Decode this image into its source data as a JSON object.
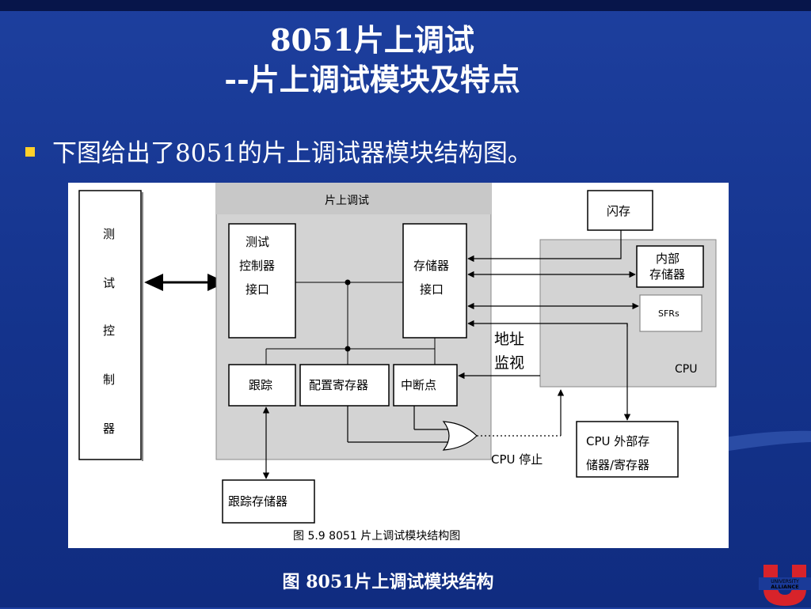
{
  "slide": {
    "title_line1": "8051片上调试",
    "title_line2": "--片上调试模块及特点",
    "bullet": "下图给出了8051的片上调试器模块结构图。",
    "caption": "图 8051片上调试模块结构"
  },
  "colors": {
    "background": "#1a3a98",
    "bullet_square": "#ffd02a",
    "gray_region": "#d3d3d3"
  },
  "diagram": {
    "test_controller": [
      "测",
      "试",
      "控",
      "制",
      "器"
    ],
    "on_chip_debug_label": "片上调试",
    "test_controller_interface": [
      "测试",
      "控制器",
      "接口"
    ],
    "memory_interface": [
      "存储器",
      "接口"
    ],
    "trace": "跟踪",
    "config_register": "配置寄存器",
    "breakpoint": "中断点",
    "trace_memory": "跟踪存储器",
    "flash": "闪存",
    "internal_memory": [
      "内部",
      "存储器"
    ],
    "sfrs": "SFRs",
    "cpu": "CPU",
    "address_monitor": [
      "地址",
      "监视"
    ],
    "cpu_stop": "CPU 停止",
    "external_memory": [
      "CPU 外部存",
      "储器/寄存器"
    ],
    "figure_caption": "图 5.9 8051 片上调试模块结构图"
  },
  "logo": {
    "letter": "U",
    "text_line1": "UNIVERSITY",
    "text_line2": "ALLIANCE"
  }
}
